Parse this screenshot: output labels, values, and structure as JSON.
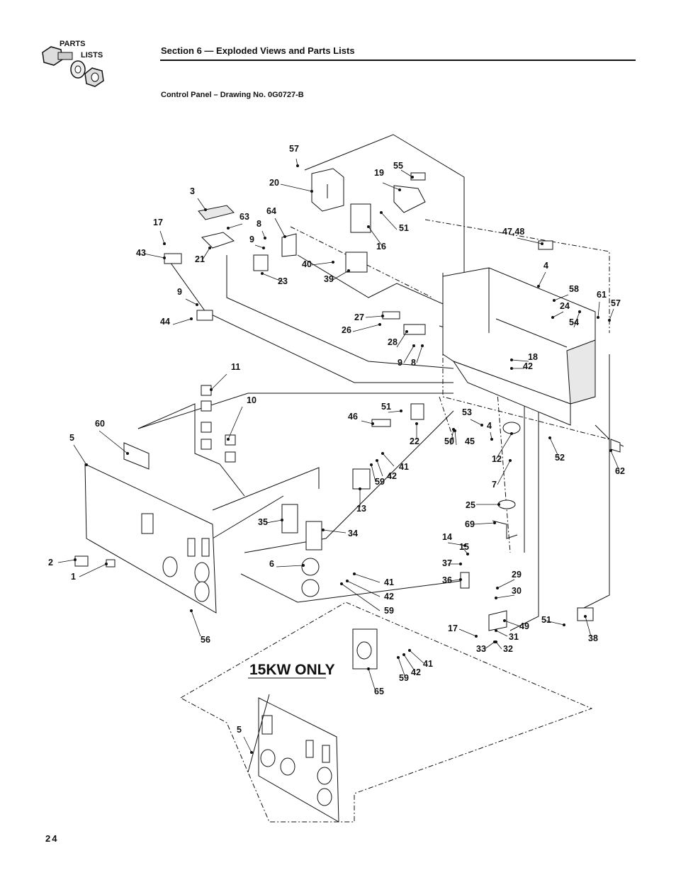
{
  "header": {
    "logo_parts": "PARTS",
    "logo_lists": "LISTS",
    "section_title": "Section 6 — Exploded Views and Parts Lists",
    "drawing_subtitle": "Control Panel – Drawing No. 0G0727-B"
  },
  "diagram": {
    "variant_label": "15KW ONLY",
    "callouts": [
      "57",
      "55",
      "19",
      "20",
      "3",
      "64",
      "63",
      "17",
      "8",
      "9",
      "43",
      "21",
      "40",
      "39",
      "23",
      "16",
      "51",
      "47,48",
      "4",
      "58",
      "24",
      "61",
      "57",
      "54",
      "9",
      "44",
      "27",
      "26",
      "28",
      "9",
      "8",
      "18",
      "42",
      "11",
      "10",
      "51",
      "22",
      "46",
      "53",
      "4",
      "45",
      "50",
      "12",
      "52",
      "62",
      "60",
      "5",
      "41",
      "42",
      "59",
      "13",
      "7",
      "25",
      "69",
      "14",
      "15",
      "37",
      "36",
      "35",
      "34",
      "2",
      "1",
      "6",
      "41",
      "42",
      "59",
      "29",
      "30",
      "56",
      "17",
      "49",
      "51",
      "31",
      "33",
      "32",
      "38",
      "41",
      "59",
      "42",
      "65",
      "5"
    ]
  },
  "footer": {
    "page_number": "24"
  }
}
